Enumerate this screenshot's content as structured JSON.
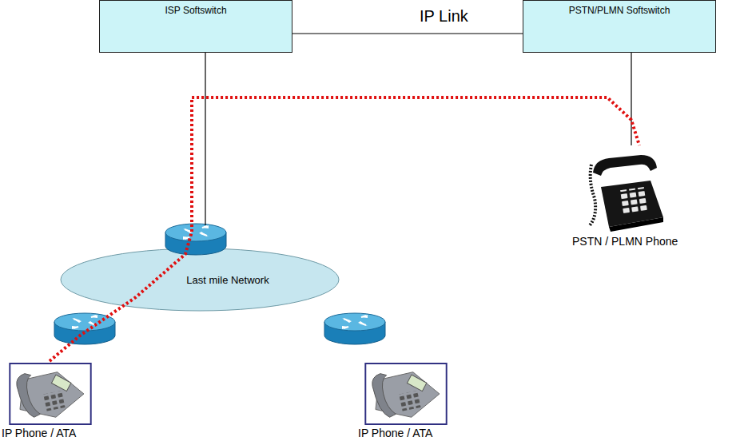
{
  "diagram": {
    "nodes": [
      {
        "text": [
          "ISP Softswitch"
        ]
      },
      {
        "text": [
          "PSTN/PLMN Softswitch"
        ]
      },
      {
        "text": [
          "Last mile Network"
        ]
      },
      {
        "text": [
          "PSTN / PLMN Phone"
        ]
      },
      {
        "text": [
          "IP Phone / ATA"
        ]
      },
      {
        "text": [
          "IP Phone / ATA"
        ]
      }
    ],
    "edges": [
      {
        "from": 0,
        "to": 1,
        "label": "IP Link",
        "arrow": "none"
      },
      {
        "from": 0,
        "to": 2,
        "arrow": "none"
      },
      {
        "from": 1,
        "to": 3,
        "arrow": "none"
      },
      {
        "from": 4,
        "to": 3,
        "arrow": "none"
      }
    ]
  }
}
